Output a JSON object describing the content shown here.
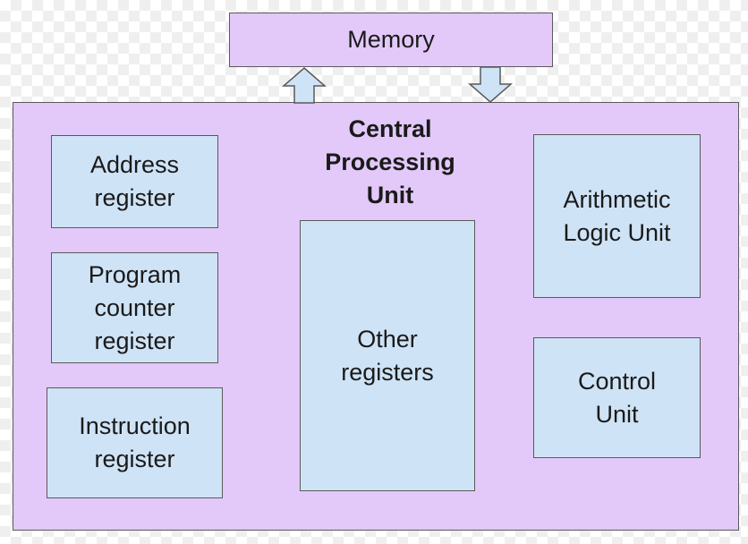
{
  "memory": {
    "label": "Memory"
  },
  "cpu": {
    "title": "Central\nProcessing\nUnit",
    "address_register": "Address\nregister",
    "program_counter_register": "Program\ncounter\nregister",
    "instruction_register": "Instruction\nregister",
    "other_registers": "Other\nregisters",
    "alu": "Arithmetic\nLogic Unit",
    "control_unit": "Control\nUnit"
  },
  "colors": {
    "container_fill": "#e2c9f9",
    "component_fill": "#cfe3f6",
    "arrow_fill": "#cfe3f6",
    "border": "#5a5a5a"
  },
  "arrows": [
    {
      "name": "cpu-to-memory",
      "direction": "up"
    },
    {
      "name": "memory-to-cpu",
      "direction": "down"
    }
  ]
}
